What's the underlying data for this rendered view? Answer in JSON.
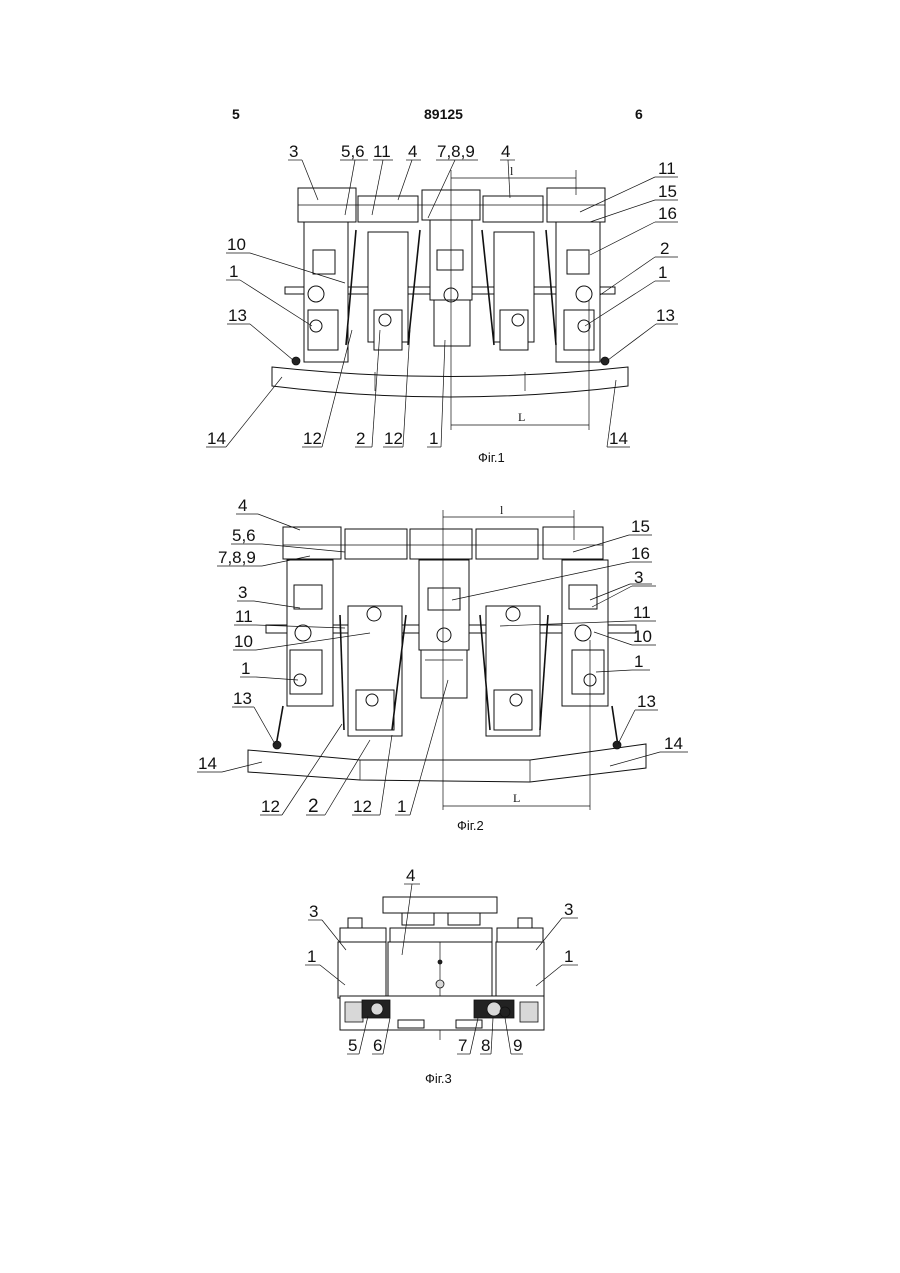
{
  "header": {
    "page_left": "5",
    "patent_number": "89125",
    "page_right": "6"
  },
  "fig1": {
    "caption": "Фіг.1",
    "dim_small": "l",
    "dim_large": "L",
    "labels": [
      "3",
      "5,6",
      "11",
      "4",
      "7,8,9",
      "4",
      "11",
      "15",
      "16",
      "10",
      "2",
      "1",
      "1",
      "13",
      "13",
      "14",
      "12",
      "2",
      "12",
      "1",
      "14"
    ]
  },
  "fig2": {
    "caption": "Фіг.2",
    "dim_small": "l",
    "dim_large": "L",
    "labels": [
      "4",
      "5,6",
      "7,8,9",
      "3",
      "11",
      "10",
      "1",
      "13",
      "14",
      "12",
      "2",
      "12",
      "1",
      "15",
      "16",
      "3",
      "11",
      "10",
      "1",
      "13",
      "14"
    ]
  },
  "fig3": {
    "caption": "Фіг.3",
    "labels": [
      "4",
      "3",
      "3",
      "1",
      "1",
      "5",
      "6",
      "7",
      "8",
      "9"
    ]
  }
}
